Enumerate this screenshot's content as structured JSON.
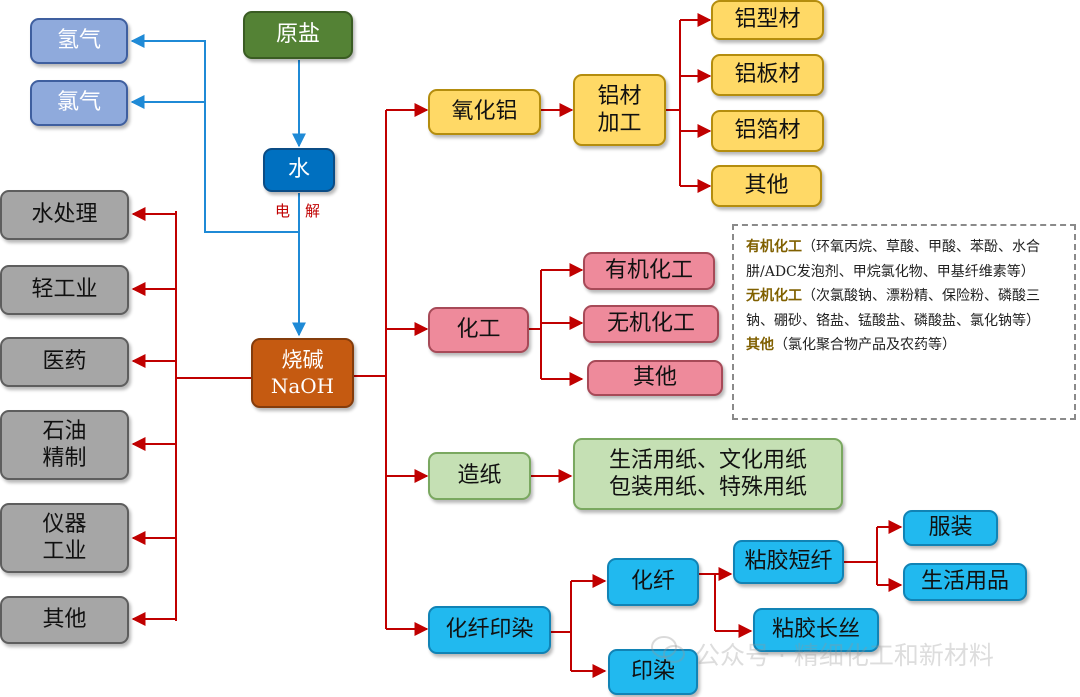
{
  "nodes": {
    "hydrogen": "氢气",
    "chlorine": "氯气",
    "raw_salt": "原盐",
    "water": "水",
    "electrolysis": "电　解",
    "caustic_soda": [
      "烧碱",
      "NaOH"
    ],
    "left_uses": {
      "water_treatment": "水处理",
      "light_industry": "轻工业",
      "medicine": "医药",
      "petroleum_refining": [
        "石油",
        "精制"
      ],
      "instrument_industry": [
        "仪器",
        "工业"
      ],
      "other": "其他"
    },
    "alumina": {
      "label": "氧化铝",
      "processing": [
        "铝材",
        "加工"
      ],
      "products": [
        "铝型材",
        "铝板材",
        "铝箔材",
        "其他"
      ]
    },
    "chemical": {
      "label": "化工",
      "items": [
        "有机化工",
        "无机化工",
        "其他"
      ]
    },
    "papermaking": {
      "label": "造纸",
      "products": [
        "生活用纸、文化用纸",
        "包装用纸、特殊用纸"
      ]
    },
    "fiber_dyeing": {
      "label": "化纤印染",
      "fiber": "化纤",
      "dyeing": "印染",
      "viscose_staple": "粘胶短纤",
      "viscose_filament": "粘胶长丝",
      "staple_products": [
        "服装",
        "生活用品"
      ]
    }
  },
  "notes": [
    {
      "key": "有机化工",
      "text": "（环氧丙烷、草酸、甲酸、苯酚、水合肼/ADC发泡剂、甲烷氯化物、甲基纤维素等）"
    },
    {
      "key": "无机化工",
      "text": "（次氯酸钠、漂粉精、保险粉、磷酸三钠、硼砂、铬盐、锰酸盐、磷酸盐、氯化钠等）"
    },
    {
      "key": "其他",
      "text": "（氯化聚合物产品及农药等）"
    }
  ],
  "watermark": "公众号 · 精细化工和新材料",
  "colors": {
    "arrow_blue": "#1f8ad6",
    "arrow_red": "#c00000"
  }
}
